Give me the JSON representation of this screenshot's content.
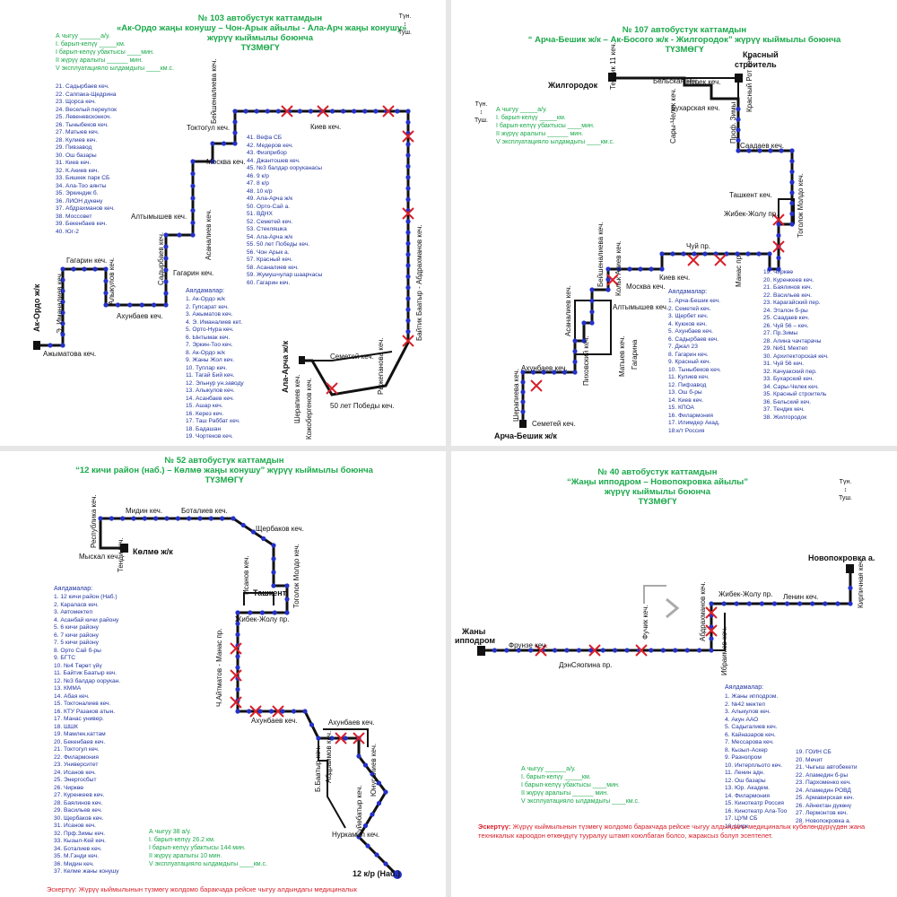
{
  "p1": {
    "title_lines": [
      "№ 103  автобустук каттамдын",
      "«Ак-Ордо жаңы конушу – Чон-Арык айылы - Ала-Арч жаңы конушу»",
      "жүрүү кыймылы боюнча",
      "ТҮЗМӨГҮ"
    ],
    "info": [
      "А чыгуу ______а/у.",
      "I. барып-келүү _____км.",
      "I барып-келүү убактысы ____мин.",
      "II жүрүү аралыгы ______ мин.",
      "V эксплуатацияло ылдамдыгы ____км.с."
    ],
    "dir": [
      "Түн.",
      "Туш."
    ],
    "stops_a": [
      "21. Садырбаев кеч.",
      "22. Саппака-Щедрина",
      "23. Щорса кеч.",
      "24. Веселый переулок",
      "25. Левеневсконкоч.",
      "26. Тыныбеков кеч.",
      "27. Матыев кеч.",
      "28. Кулиев кеч.",
      "29. Пивзавод",
      "30. Ош базары",
      "31. Киев кеч.",
      "32. К.Акиев кеч.",
      "33. Бишкек парк СБ",
      "34. Ала-Тоо аянты",
      "35. Эркиндик б.",
      "36. ЛИОН дүкөнү",
      "37. Абдрахманов кеч.",
      "38. Моссовет",
      "39. Бекенбаев кеч.",
      "40. Юг-2"
    ],
    "stops_b": [
      "41. Вефа СБ",
      "42. Медеров кеч.",
      "43. Физприбор",
      "44. Джантошев кеч.",
      "45. №3 балдар ооруканасы",
      "46. 9 к/р",
      "47. 8 к/р",
      "48. 10 к/р",
      "49. Ала-Арча ж/к",
      "50. Орто-Сай а.",
      "51. ВДНХ",
      "52. Семетей кеч.",
      "53. Стекляшка",
      "54. Ала-Арча ж/к",
      "55. 50 лет Победы кеч.",
      "56. Чон Арык а.",
      "57. Красный кеч.",
      "58. Асаналиев кеч.",
      "59. Жумушчулар шаарчасы",
      "60. Гагарин кеч."
    ],
    "stops_head": "Аялдамалар:",
    "stops_c": [
      "1. Ак-Ордо ж/к",
      "2. Гупсарат кеч.",
      "3. Ажыматов кеч.",
      "4. Э. Иманалиев кет.",
      "5. Орто-Нура кеч.",
      "6. Ынтымак кеч.",
      "7. Эркин-Тоо кеч.",
      "8. Ак-Ордо ж/к",
      "9. Жаны Жол кеч.",
      "10. Туплар кеч.",
      "11. Тагай Бий кеч.",
      "12. Эльнур ун.заводу",
      "13. Алыкулов кеч.",
      "14. Асанбаев кеч.",
      "15. Ашар кеч.",
      "16. Керез кеч.",
      "17. Таш Раббат кеч.",
      "18. Бадашан",
      "19. Чортеков кеч."
    ],
    "streets": [
      "Ак-Ордо ж/к",
      "Ажыматова кеч.",
      "Э. Иманалиев кеч.",
      "Гагарин кеч.",
      "Алыкулов кеч.",
      "Ахунбаев кеч.",
      "Садырбаев кеч.",
      "Гагарин кеч.",
      "Асаналиев кеч.",
      "Алтымышев кеч.",
      "Москва кеч.",
      "Токтогул кеч.",
      "Бейшеналиева кеч.",
      "Киев кеч.",
      "Байтик Баатыр - Абдрахманов кеч.",
      "Ала-Арча ж/к",
      "Семетей кеч.",
      "Шерапиев кеч.",
      "Кожобергенов кеч.",
      "50 лет Победы кеч.",
      "Рыжепанова кеч."
    ]
  },
  "p2": {
    "title_lines": [
      "№ 107  автобустук каттамдын",
      "“ Арча-Бешик ж/к – Ак-Босого ж/к - Жилгородок” жүрүү кыймылы боюнча",
      "ТҮЗМӨГҮ"
    ],
    "info": [
      "А чыгуу _____а/у.",
      "I. барып-келүү _____км.",
      "I барып-келүү убактысы ____мин.",
      "II жүрүү аралыгы ______ мин.",
      "V эксплуатацияло ылдамдыгы ____км.с."
    ],
    "dir": [
      "Түн.",
      "Туш."
    ],
    "stops_head": "Аялдамалар:",
    "stops_a": [
      "1. Арча-Бешик кеч.",
      "2. Семетей кеч.",
      "3. Щербет кеч.",
      "4. Куюков кеч.",
      "5. Ахунбаев кеч.",
      "6. Садырбаев кеч.",
      "7. Джал 23",
      "8. Гагарин кеч.",
      "9. Красный кеч.",
      "10. Тыныбеков кеч.",
      "11. Кулиев кеч.",
      "12. Пифзавод",
      "13. Ош б-ры",
      "14. Киев кеч.",
      "15. КПОА",
      "16. Филармония",
      "17. Илимдер Акад.",
      "18.к/т Россия"
    ],
    "stops_b": [
      "19. Чиркөө",
      "20. Куренкеев кеч.",
      "21. Баялинов кеч.",
      "22. Васильев кеч.",
      "23. Карагайский пер.",
      "24. Эталон б-ры",
      "25. Саадаев кеч.",
      "26. Чуй 56 – кеч.",
      "27. Пр.Зимы",
      "28. Алина чачтарачы",
      "29. №61 Мектеп",
      "30. Архитекторская кеч.",
      "31. Чуй 56 кеч.",
      "32. Качуакский пер.",
      "33. Бухарский кеч.",
      "34. Сары-Челек кеч.",
      "35. Красный строитель",
      "36. Бельский кеч.",
      "37. Тендик кеч.",
      "38. Жилгородок"
    ],
    "streets": [
      "Жилгородок",
      "Красный",
      "строитель",
      "Тендик 11 кеч.",
      "Бельская кеч.",
      "Нурек кеч.",
      "Бухарская кеч.",
      "Сары-Челек кеч.",
      "Проф. Зимы",
      "Саадаев кеч.",
      "Красный Рот кеч.",
      "Ташкент кеч.",
      "Жибек-Жолу пр.",
      "Тоголок Молдо кеч.",
      "Чуй пр.",
      "Киев кеч.",
      "Манас пр.",
      "Бейшеналиева кеч.",
      "Кольк Акиев кеч.",
      "Москва кеч.",
      "Алтымышев кеч.",
      "Асаналиев кеч.",
      "Матыев кеч.",
      "Гагарина",
      "Пиховский кеч.",
      "Ахунбаев кеч.",
      "Шерапиева кеч.",
      "Семетей кеч.",
      "Арча-Бешик ж/к"
    ]
  },
  "p3": {
    "title_lines": [
      "№ 52  автобустук каттамдын",
      "“12 кичи район (наб.) – Көлмө жаңы конушу” жүрүү кыймылы боюнча",
      "ТҮЗМӨГҮ"
    ],
    "stops_head": "Аялдамалар:",
    "stops_a": [
      "1. 12 кичи район (Наб.)",
      "2. Караласв кеч.",
      "3. Автомектеп",
      "4. Асанбай кичи району",
      "5. 6 кичи району",
      "6.  7 кичи району",
      "7. 5 кичи району",
      "8. Орто Сай б-ры",
      "9. БГТС",
      "10. №4 Төрөт үйү",
      "11. Байтик Баатыр кеч.",
      "12. №3 балдар оорукан.",
      "13. КММА",
      "14. Абая кеч.",
      "15. Токтоналиев кеч.",
      "16. КТУ Разаков атын.",
      "17. Манас универ.",
      "18. ШШК",
      "19. Мамлек.каттам",
      "20. Бекенбаев кеч.",
      "21. Токтогул кеч.",
      "22. Филармония",
      "23. Университет",
      "24. Исанов кеч.",
      "25. Энергосбыт",
      "26. Чиркөө",
      "27. Куренкеев кеч.",
      "28. Баялинов кеч.",
      "29. Васильев кеч.",
      "30. Щербаков кеч.",
      "31. Исанов кеч.",
      "32. Прф.Зимы кеч.",
      "33. Кызыл-Кей кеч.",
      "34. Боталиев кеч.",
      "35. М.Гэнди кеч.",
      "36. Мидин кеч.",
      "37. Келме жаны конушу"
    ],
    "info": [
      "А чыгуу   38  а/у.",
      "I. барып-келүү  26.2  км.",
      "I барып-келүү убактысы  144  мин.",
      "II жүрүү аралыгы  10  мин.",
      "V эксплуатацияло ылдамдыгы ____км.с."
    ],
    "note": "Эскертүү: Жүрүү кыймылынын түзмөгү жолдомо баракчада рейске чыгуу алдындагы медициналык",
    "streets": [
      "Мидин кеч.",
      "Боталиев кеч.",
      "Щербаков кеч.",
      "Республика кеч.",
      "Мыскал кеч.",
      "Көлмө ж/к",
      "Тенди кеч.",
      "Тоголок Молдо кеч.",
      "Ташкент",
      "Исанов кеч.",
      "Жибек-Жолу пр.",
      "Ч.Айтматов - Манас пр.",
      "Ахунбаев кеч.",
      "Ахунбаев кеч.",
      "Б.Баатыр кеч.",
      "Абдраимов кеч.",
      "Юнусалиев кеч.",
      "Суйөбатыр кеч.",
      "Нуркамал кеч.",
      "12 к/р (Наб.)"
    ]
  },
  "p4": {
    "title_lines": [
      "№ 40 автобустук каттамдын",
      "“Жаңы ипподром – Новопокровка айылы”",
      "жүрүү кыймылы боюнча",
      "ТҮЗМӨГҮ"
    ],
    "dir": [
      "Түн.",
      "Туш."
    ],
    "stops_head": "Аялдамалар:",
    "stops_a": [
      "1. Жаны ипподром.",
      "2. №42 мектеп",
      "3. Алыкулов кеч.",
      "4. Акун ААО",
      "5. Садыгалиев кеч.",
      "6. Кайназаров кеч.",
      "7. Мессарова кеч.",
      "8. Кызыл-Аскер",
      "9. Разнопром",
      "10. Интерпльото кеч.",
      "11. Ленин адн.",
      "12. Ош базары",
      "13. Юр. Академ.",
      "14. Филармония",
      "15. Кинотеатр Россия",
      "16. Кинотеатр Ала-Тоо",
      "17. ЦУМ СБ",
      "18. Цирк"
    ],
    "stops_b": [
      "19. ГОИН СБ",
      "20. Мечит",
      "21. Чыгыш автобекети",
      "22. Апамедин б-ры",
      "23. Пархоменко кеч.",
      "24. Апамедин РОВД",
      "25. Армавирская кеч.",
      "26. Айнектан дүкөнү",
      "27. Лермонтов кеч.",
      "28. Новопокровка а."
    ],
    "info": [
      "А чыгуу ______а/у.",
      "I. барып-келүү _____км.",
      "I барып-келүү убактысы ____мин.",
      "II жүрүү аралыгы ______ мин.",
      "V эксплуатацияло ылдамдыгы ____км.с."
    ],
    "note_label": "Эскертүү:",
    "note_text": "Жүрүү кыймылынын түзмөгү жолдомо баракчада рейске чыгуу алдындагы медициналык кубөлөндүрүүдөн жана техникалык кароодон өткөндүгү тууралуу штамп коюлбаган болсо, жараксыз болуп эсептелет.",
    "streets": [
      "Новопокровка а.",
      "Жаны",
      "ипподром",
      "Фрунзе кеч.",
      "ДэнСяопина пр.",
      "Жибек-Жолу пр.",
      "Ленин кеч.",
      "Фучик кеч.",
      "Абдрахманов кеч.",
      "Ибраимов кеч.",
      "Кирпичная кеч."
    ]
  },
  "colors": {
    "title": "#1aa84a",
    "route": "#111111",
    "stop": "#2431c9",
    "cross": "#d8202a",
    "text": "#1b2a8a"
  }
}
